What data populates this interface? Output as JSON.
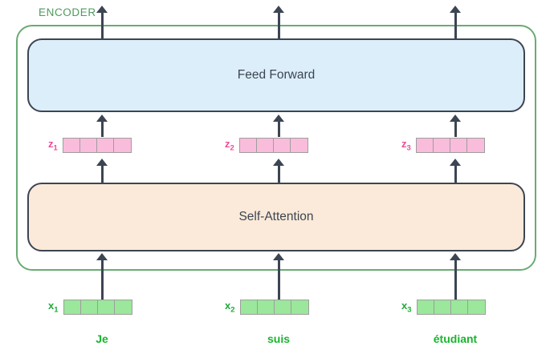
{
  "diagram": {
    "encoder_label": "ENCODER",
    "layers": [
      {
        "id": "feed-forward",
        "label": "Feed Forward",
        "fill": "#ddeefb"
      },
      {
        "id": "self-attention",
        "label": "Self-Attention",
        "fill": "#fbead9"
      }
    ],
    "z_vectors": [
      {
        "label": "z",
        "sub": "1",
        "cells": 4
      },
      {
        "label": "z",
        "sub": "2",
        "cells": 4
      },
      {
        "label": "z",
        "sub": "3",
        "cells": 4
      }
    ],
    "x_vectors": [
      {
        "label": "x",
        "sub": "1",
        "cells": 4
      },
      {
        "label": "x",
        "sub": "2",
        "cells": 4
      },
      {
        "label": "x",
        "sub": "3",
        "cells": 4
      }
    ],
    "words": [
      "Je",
      "suis",
      "étudiant"
    ],
    "colors": {
      "encoder_border": "#6aab74",
      "encoder_text": "#4e9a5c",
      "layer_border": "#3c4552",
      "layer_text": "#3c4552",
      "feed_forward_fill": "#ddeefb",
      "self_attention_fill": "#fbead9",
      "z_cell_fill": "#f9bddb",
      "z_label": "#ee4c9a",
      "x_cell_fill": "#9be79b",
      "x_label": "#1faa3c",
      "word_text": "#18b52e",
      "arrow": "#3c4552",
      "cell_border": "#9e9e9e",
      "background": "#ffffff"
    }
  }
}
